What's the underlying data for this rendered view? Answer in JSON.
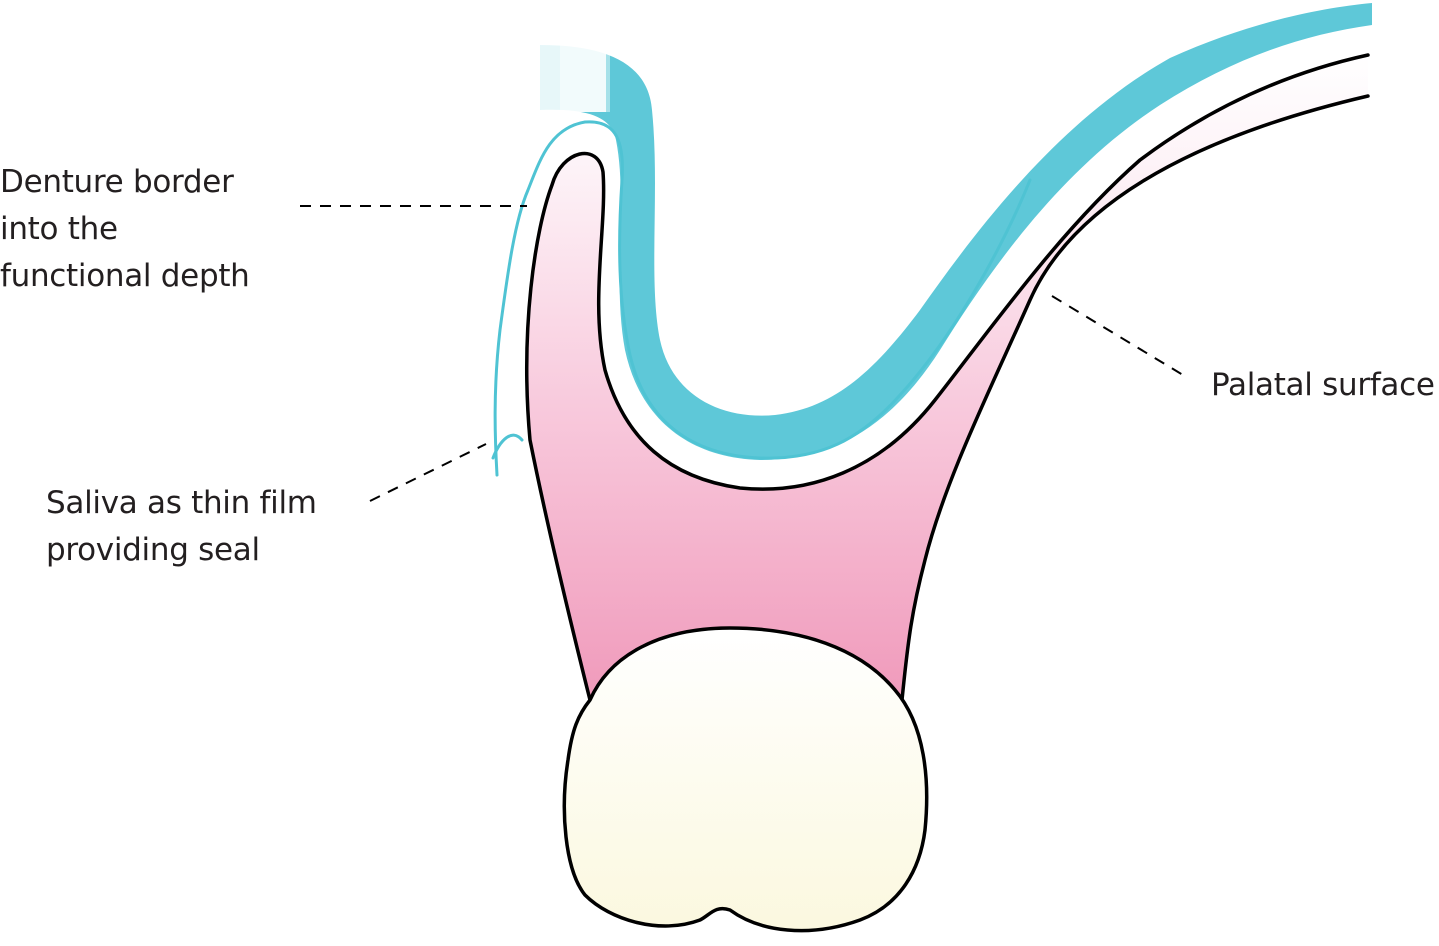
{
  "labels": {
    "denture_border": {
      "line1": "Denture border",
      "line2": "into the",
      "line3": "functional depth"
    },
    "saliva": {
      "line1": "Saliva as thin film",
      "line2": "providing seal"
    },
    "palatal": {
      "line1": "Palatal surface"
    }
  },
  "colors": {
    "denture_blue": "#5ec8d8",
    "mucosa_pink_light": "#fdf1f6",
    "mucosa_pink_dark": "#f2a3c3",
    "tooth_cream": "#fdfbe6",
    "outline": "#000000",
    "text": "#231f20"
  }
}
